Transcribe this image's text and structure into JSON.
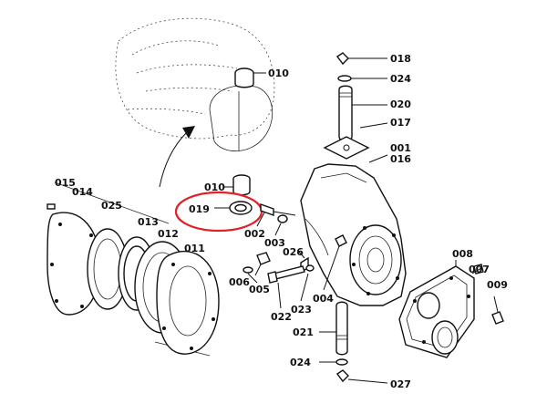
{
  "labels": {
    "p001": "001",
    "p002": "002",
    "p003": "003",
    "p004": "004",
    "p005": "005",
    "p006": "006",
    "p007": "007",
    "p008": "008",
    "p009": "009",
    "p010a": "010",
    "p010b": "010",
    "p011": "011",
    "p012": "012",
    "p013": "013",
    "p014": "014",
    "p015": "015",
    "p016": "016",
    "p017": "017",
    "p018": "018",
    "p019": "019",
    "p020": "020",
    "p021": "021",
    "p022": "022",
    "p023": "023",
    "p024a": "024",
    "p024b": "024",
    "p025": "025",
    "p026": "026",
    "p027": "027"
  },
  "colors": {
    "line": "#111111",
    "highlight": "#e0202a",
    "background": "#ffffff"
  }
}
